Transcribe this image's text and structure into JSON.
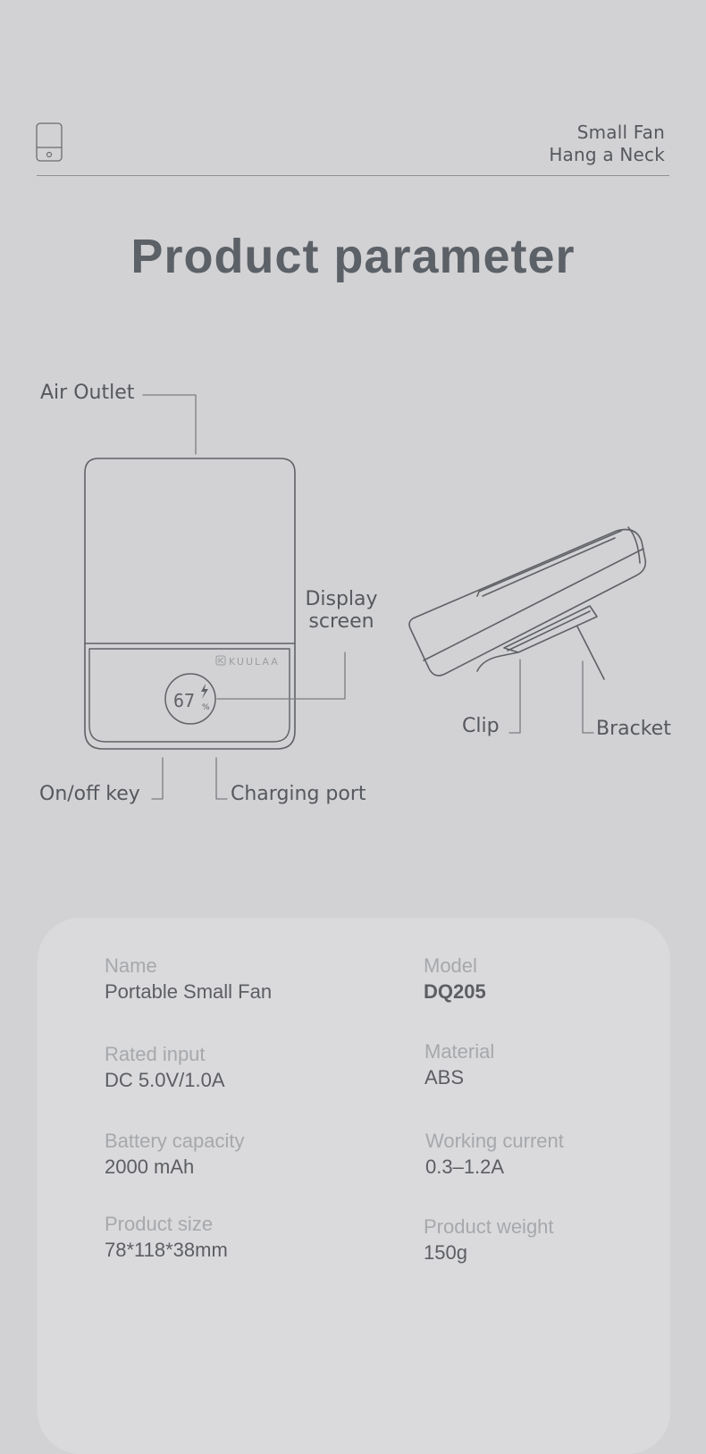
{
  "header": {
    "icon": "fan-device-icon",
    "line1": "Small Fan",
    "line2": "Hang a Neck"
  },
  "title": "Product parameter",
  "diagram": {
    "labels": {
      "air_outlet": "Air Outlet",
      "display_screen_1": "Display",
      "display_screen_2": "screen",
      "on_off_key": "On/off key",
      "charging_port": "Charging port",
      "clip": "Clip",
      "bracket": "Bracket"
    },
    "brand": "KUULAA",
    "display_value": "67",
    "display_unit": "%",
    "icons": [
      "charging-bolt-icon",
      "kuulaa-logo-icon"
    ]
  },
  "specs": [
    {
      "label": "Name",
      "value": "Portable Small Fan"
    },
    {
      "label": "Model",
      "value": "DQ205"
    },
    {
      "label": "Rated input",
      "value": "DC 5.0V/1.0A"
    },
    {
      "label": "Material",
      "value": "ABS"
    },
    {
      "label": "Battery capacity",
      "value": "2000 mAh"
    },
    {
      "label": "Working current",
      "value": "0.3–1.2A"
    },
    {
      "label": "Product size",
      "value": "78*118*38mm"
    },
    {
      "label": "Product weight",
      "value": "150g"
    }
  ],
  "colors": {
    "background": "#d2d2d4",
    "card": "#dadadc",
    "title": "#5c6168",
    "line": "#5f6166"
  }
}
